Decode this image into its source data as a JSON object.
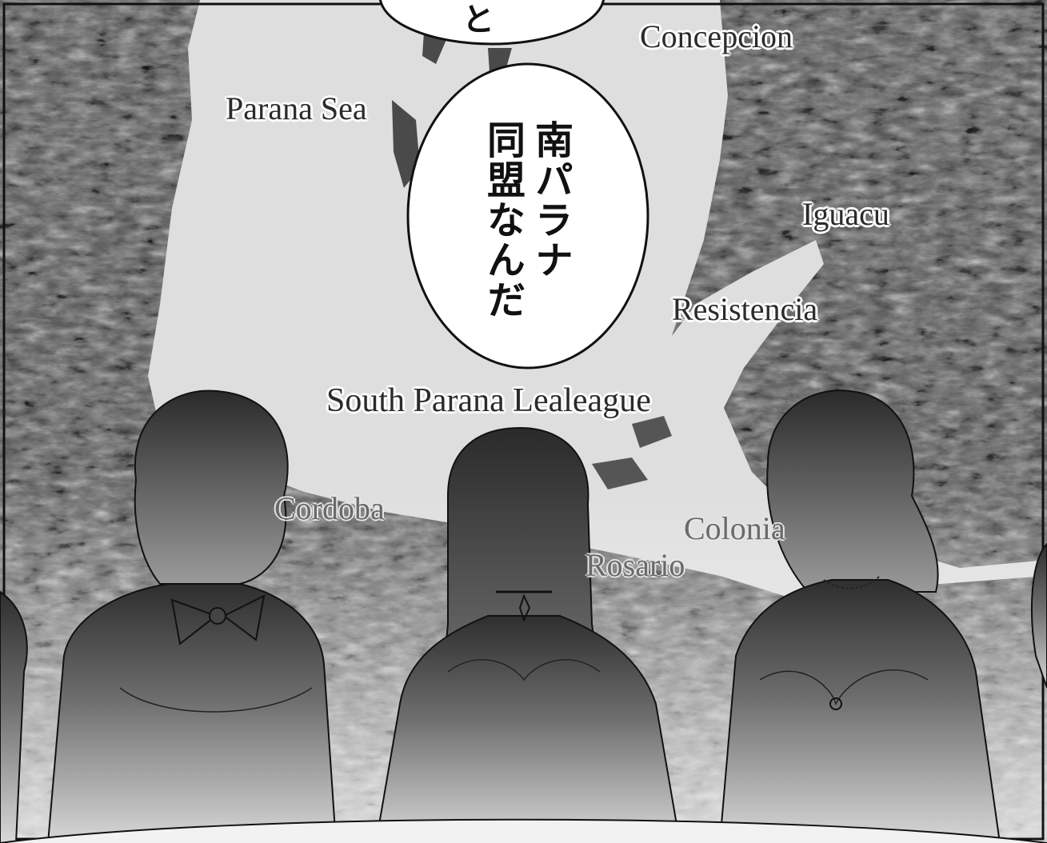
{
  "dialogue": {
    "top_bubble": "と",
    "main_bubble_col1": "南パラナ",
    "main_bubble_col2": "同盟なんだ"
  },
  "map_labels": {
    "concepcion": "Concepcion",
    "parana_sea": "Parana Sea",
    "iguacu": "Iguacu",
    "resistencia": "Resistencia",
    "south_parana": "South Parana Lealeague",
    "cordoba": "Cordoba",
    "colonia": "Colonia",
    "rosario": "Rosario"
  }
}
